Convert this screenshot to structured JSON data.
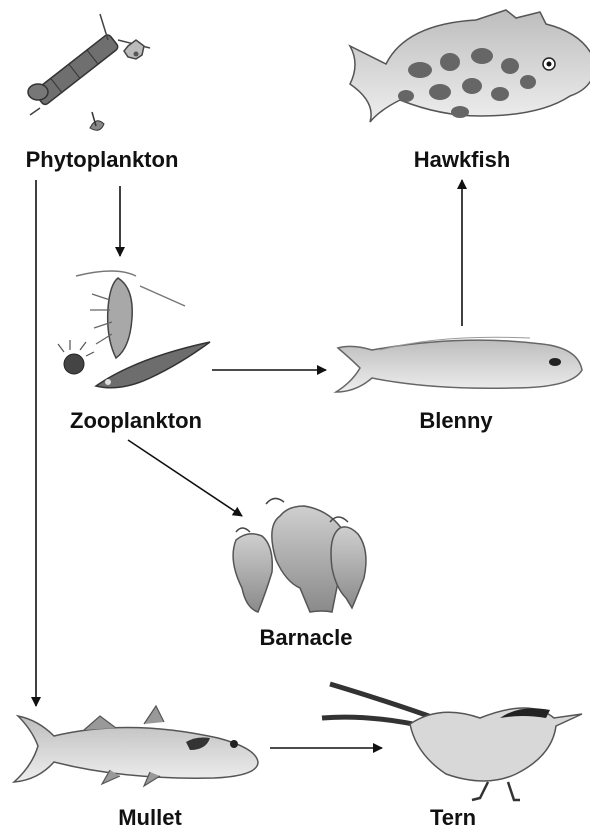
{
  "organisms": {
    "phytoplankton": "Phytoplankton",
    "zooplankton": "Zooplankton",
    "hawkfish": "Hawkfish",
    "blenny": "Blenny",
    "barnacle": "Barnacle",
    "mullet": "Mullet",
    "tern": "Tern"
  },
  "links": [
    {
      "from": "Phytoplankton",
      "to": "Zooplankton"
    },
    {
      "from": "Phytoplankton",
      "to": "Mullet"
    },
    {
      "from": "Zooplankton",
      "to": "Blenny"
    },
    {
      "from": "Zooplankton",
      "to": "Barnacle"
    },
    {
      "from": "Blenny",
      "to": "Hawkfish"
    },
    {
      "from": "Mullet",
      "to": "Tern"
    }
  ]
}
